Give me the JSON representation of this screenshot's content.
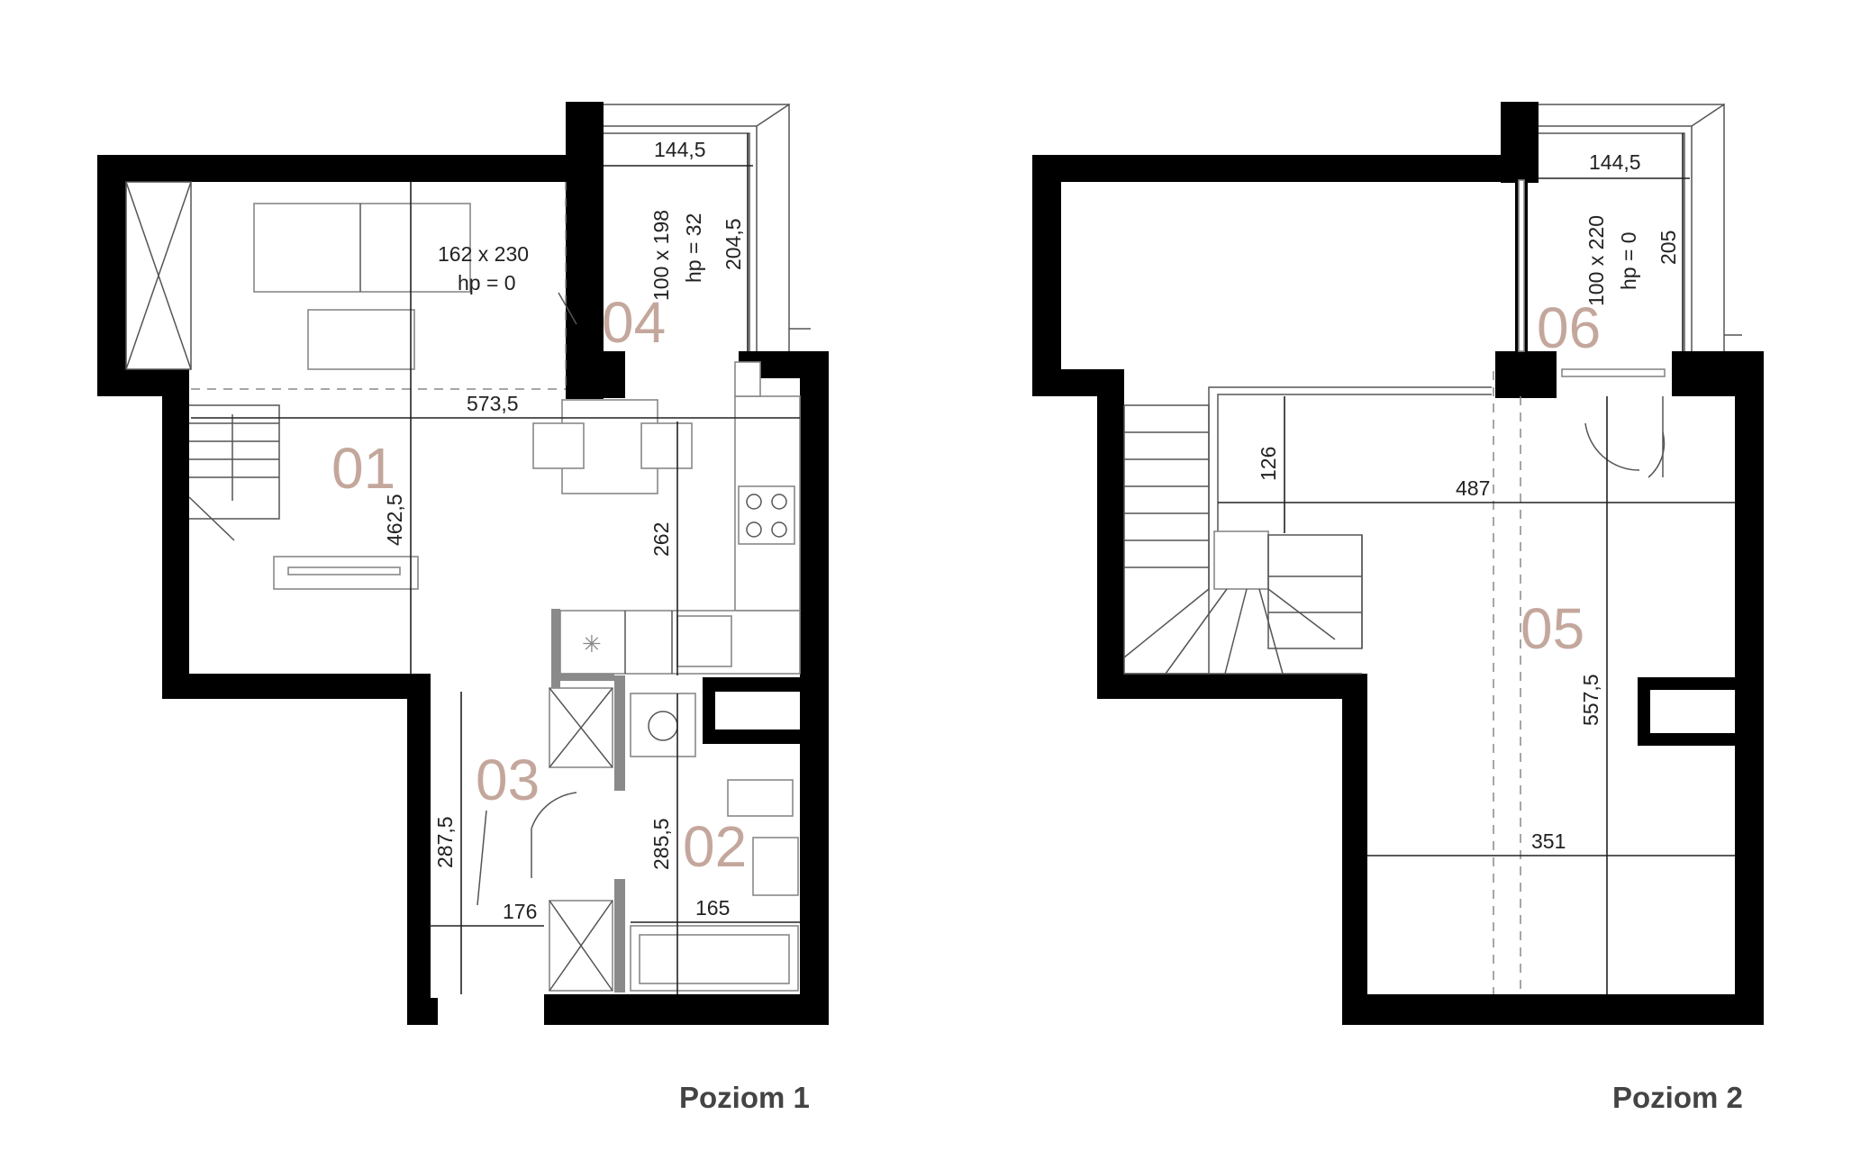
{
  "levels": [
    {
      "label": "Poziom 1",
      "rooms": [
        "01",
        "02",
        "03",
        "04"
      ],
      "dimensions": [
        "144,5",
        "204,5",
        "573,5",
        "462,5",
        "262",
        "287,5",
        "285,5",
        "176",
        "165"
      ],
      "window": {
        "size": "162 x 230",
        "hp": "hp = 0"
      },
      "balcony_door": {
        "size": "100 x 198",
        "hp": "hp = 32"
      }
    },
    {
      "label": "Poziom 2",
      "rooms": [
        "05",
        "06"
      ],
      "dimensions": [
        "144,5",
        "205",
        "126",
        "487",
        "557,5",
        "351"
      ],
      "balcony_door": {
        "size": "100 x 220",
        "hp": "hp = 0"
      }
    }
  ]
}
